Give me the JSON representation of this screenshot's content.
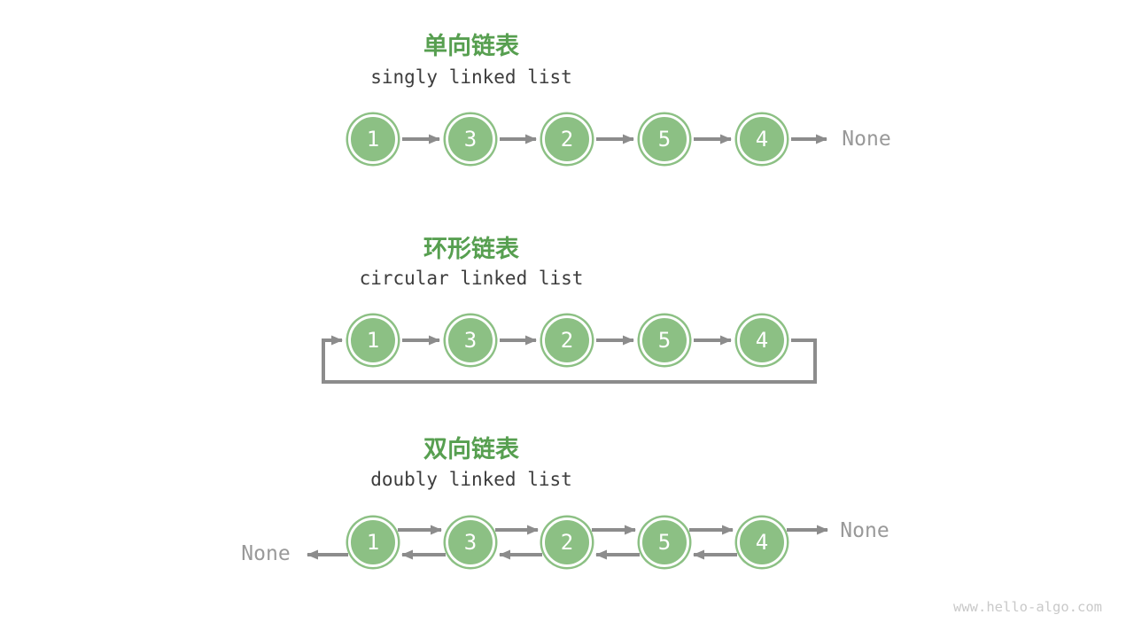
{
  "colors": {
    "title_green": "#579F50",
    "node_fill": "#8CC084",
    "node_text": "#FFFFFF",
    "arrow_gray": "#8C8C8C",
    "none_gray": "#999999",
    "subtitle_dark": "#3D3D3D",
    "watermark_gray": "#C9C9C9",
    "background": "#FFFFFF"
  },
  "sections": [
    {
      "title": "单向链表",
      "subtitle": "singly linked list",
      "nodes": [
        "1",
        "3",
        "2",
        "5",
        "4"
      ],
      "tail_label": "None"
    },
    {
      "title": "环形链表",
      "subtitle": "circular linked list",
      "nodes": [
        "1",
        "3",
        "2",
        "5",
        "4"
      ]
    },
    {
      "title": "双向链表",
      "subtitle": "doubly linked list",
      "nodes": [
        "1",
        "3",
        "2",
        "5",
        "4"
      ],
      "head_label": "None",
      "tail_label": "None"
    }
  ],
  "watermark": "www.hello-algo.com"
}
